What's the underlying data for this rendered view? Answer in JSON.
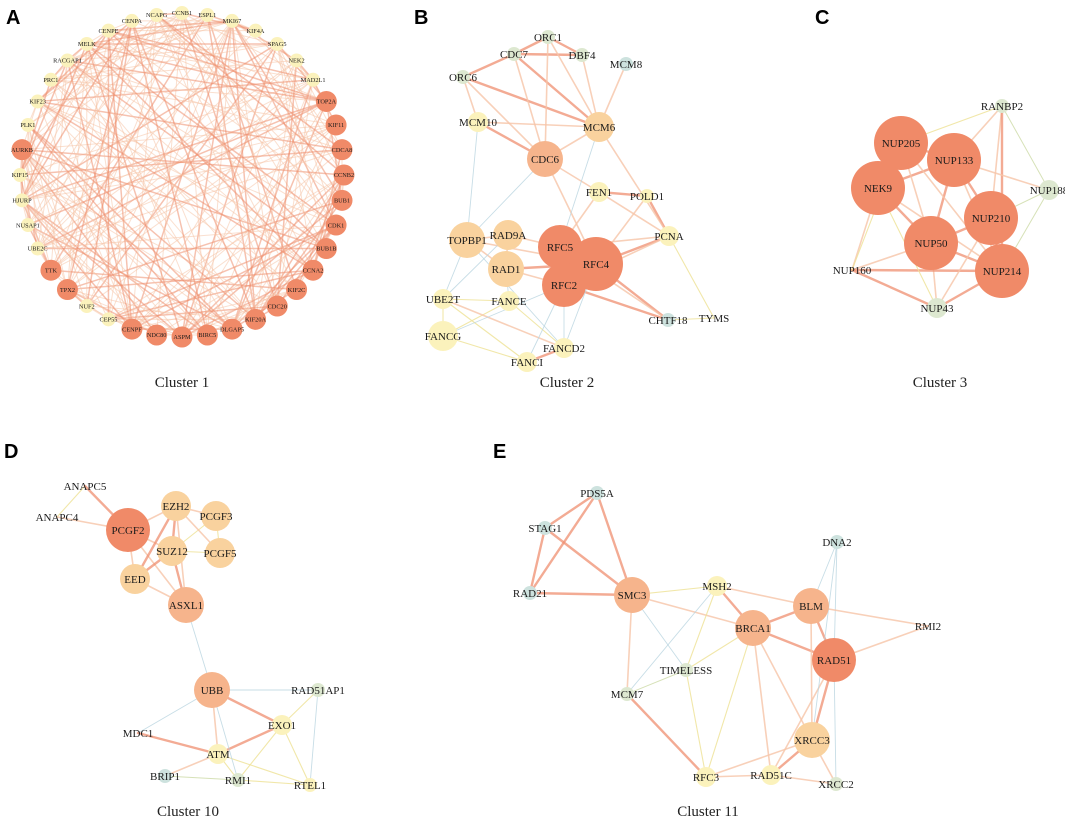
{
  "palette": {
    "strong": "#f08a68",
    "mid": "#f6b48c",
    "light": "#f9d29e",
    "pale": "#fbf2bc",
    "green": "#dde8d0",
    "blue": "#cde2de",
    "edge_strong": "#ef8f70",
    "edge_light": "#f6c4a8",
    "edge_yellow": "#efe39a",
    "edge_blue": "#b9d4e0",
    "edge_green": "#cfdcaa"
  },
  "panels": [
    {
      "letter": "A",
      "caption": "Cluster 1",
      "layout": "circle",
      "nodes": [
        {
          "label": "CCNB1",
          "color": "pale"
        },
        {
          "label": "ESPL1",
          "color": "pale"
        },
        {
          "label": "MKI67",
          "color": "pale"
        },
        {
          "label": "KIF4A",
          "color": "pale"
        },
        {
          "label": "SPAG5",
          "color": "pale"
        },
        {
          "label": "NEK2",
          "color": "pale"
        },
        {
          "label": "MAD2L1",
          "color": "pale"
        },
        {
          "label": "TOP2A",
          "color": "strong"
        },
        {
          "label": "KIF11",
          "color": "strong"
        },
        {
          "label": "CDCA8",
          "color": "strong"
        },
        {
          "label": "CCNB2",
          "color": "strong"
        },
        {
          "label": "BUB1",
          "color": "strong"
        },
        {
          "label": "CDK1",
          "color": "strong"
        },
        {
          "label": "BUB1B",
          "color": "strong"
        },
        {
          "label": "CCNA2",
          "color": "strong"
        },
        {
          "label": "KIF2C",
          "color": "strong"
        },
        {
          "label": "CDC20",
          "color": "strong"
        },
        {
          "label": "KIF20A",
          "color": "strong"
        },
        {
          "label": "DLGAP5",
          "color": "strong"
        },
        {
          "label": "BIRC5",
          "color": "strong"
        },
        {
          "label": "ASPM",
          "color": "strong"
        },
        {
          "label": "NDC80",
          "color": "strong"
        },
        {
          "label": "CENPF",
          "color": "strong"
        },
        {
          "label": "CEP55",
          "color": "pale"
        },
        {
          "label": "NUF2",
          "color": "pale"
        },
        {
          "label": "TPX2",
          "color": "strong"
        },
        {
          "label": "TTK",
          "color": "strong"
        },
        {
          "label": "UBE2C",
          "color": "pale"
        },
        {
          "label": "NUSAP1",
          "color": "pale"
        },
        {
          "label": "HJURP",
          "color": "pale"
        },
        {
          "label": "KIF15",
          "color": "pale"
        },
        {
          "label": "AURKB",
          "color": "strong"
        },
        {
          "label": "PLK1",
          "color": "pale"
        },
        {
          "label": "KIF23",
          "color": "pale"
        },
        {
          "label": "PRC1",
          "color": "pale"
        },
        {
          "label": "RACGAP1",
          "color": "pale"
        },
        {
          "label": "MELK",
          "color": "pale"
        },
        {
          "label": "CENPE",
          "color": "pale"
        },
        {
          "label": "CENPA",
          "color": "pale"
        },
        {
          "label": "NCAPG",
          "color": "pale"
        }
      ]
    },
    {
      "letter": "B",
      "caption": "Cluster 2",
      "layout": "free",
      "nodes": [
        {
          "label": "ORC1",
          "color": "green",
          "size": 1
        },
        {
          "label": "CDC7",
          "color": "green",
          "size": 1
        },
        {
          "label": "DBF4",
          "color": "green",
          "size": 1
        },
        {
          "label": "MCM8",
          "color": "blue",
          "size": 1
        },
        {
          "label": "ORC6",
          "color": "green",
          "size": 1
        },
        {
          "label": "MCM10",
          "color": "pale",
          "size": 2
        },
        {
          "label": "MCM6",
          "color": "light",
          "size": 3
        },
        {
          "label": "CDC6",
          "color": "mid",
          "size": 4
        },
        {
          "label": "FEN1",
          "color": "pale",
          "size": 2
        },
        {
          "label": "POLD1",
          "color": "pale",
          "size": 1
        },
        {
          "label": "TOPBP1",
          "color": "light",
          "size": 4
        },
        {
          "label": "RAD9A",
          "color": "light",
          "size": 3
        },
        {
          "label": "RFC5",
          "color": "strong",
          "size": 5
        },
        {
          "label": "PCNA",
          "color": "pale",
          "size": 2
        },
        {
          "label": "RAD1",
          "color": "light",
          "size": 4
        },
        {
          "label": "RFC4",
          "color": "strong",
          "size": 6
        },
        {
          "label": "RFC2",
          "color": "strong",
          "size": 5
        },
        {
          "label": "UBE2T",
          "color": "pale",
          "size": 2
        },
        {
          "label": "FANCE",
          "color": "pale",
          "size": 2
        },
        {
          "label": "FANCG",
          "color": "pale",
          "size": 3
        },
        {
          "label": "FANCD2",
          "color": "pale",
          "size": 2
        },
        {
          "label": "FANCI",
          "color": "pale",
          "size": 2
        },
        {
          "label": "CHTF18",
          "color": "blue",
          "size": 1
        },
        {
          "label": "TYMS",
          "color": "none",
          "size": 0
        }
      ]
    },
    {
      "letter": "C",
      "caption": "Cluster 3",
      "layout": "free",
      "nodes": [
        {
          "label": "RANBP2",
          "color": "green",
          "size": 1
        },
        {
          "label": "NUP205",
          "color": "strong",
          "size": 6
        },
        {
          "label": "NUP133",
          "color": "strong",
          "size": 6
        },
        {
          "label": "NEK9",
          "color": "strong",
          "size": 6
        },
        {
          "label": "NUP188",
          "color": "green",
          "size": 2
        },
        {
          "label": "NUP210",
          "color": "strong",
          "size": 6
        },
        {
          "label": "NUP50",
          "color": "strong",
          "size": 6
        },
        {
          "label": "NUP214",
          "color": "strong",
          "size": 6
        },
        {
          "label": "NUP160",
          "color": "none",
          "size": 0
        },
        {
          "label": "NUP43",
          "color": "green",
          "size": 2
        }
      ]
    },
    {
      "letter": "D",
      "caption": "Cluster 10",
      "layout": "free",
      "nodes": [
        {
          "label": "ANAPC5",
          "color": "none",
          "size": 0
        },
        {
          "label": "ANAPC4",
          "color": "none",
          "size": 0
        },
        {
          "label": "PCGF2",
          "color": "strong",
          "size": 5
        },
        {
          "label": "EZH2",
          "color": "light",
          "size": 3
        },
        {
          "label": "PCGF3",
          "color": "light",
          "size": 3
        },
        {
          "label": "SUZ12",
          "color": "light",
          "size": 3
        },
        {
          "label": "PCGF5",
          "color": "light",
          "size": 3
        },
        {
          "label": "EED",
          "color": "light",
          "size": 3
        },
        {
          "label": "ASXL1",
          "color": "mid",
          "size": 4
        },
        {
          "label": "UBB",
          "color": "mid",
          "size": 4
        },
        {
          "label": "RAD51AP1",
          "color": "green",
          "size": 1
        },
        {
          "label": "EXO1",
          "color": "pale",
          "size": 2
        },
        {
          "label": "MDC1",
          "color": "none",
          "size": 0
        },
        {
          "label": "ATM",
          "color": "pale",
          "size": 2
        },
        {
          "label": "BRIP1",
          "color": "blue",
          "size": 1
        },
        {
          "label": "RMI1",
          "color": "green",
          "size": 1
        },
        {
          "label": "RTEL1",
          "color": "pale",
          "size": 1
        }
      ]
    },
    {
      "letter": "E",
      "caption": "Cluster 11",
      "layout": "free",
      "nodes": [
        {
          "label": "PDS5A",
          "color": "blue",
          "size": 1
        },
        {
          "label": "STAG1",
          "color": "blue",
          "size": 1
        },
        {
          "label": "DNA2",
          "color": "blue",
          "size": 1
        },
        {
          "label": "RAD21",
          "color": "blue",
          "size": 1
        },
        {
          "label": "SMC3",
          "color": "mid",
          "size": 4
        },
        {
          "label": "MSH2",
          "color": "pale",
          "size": 2
        },
        {
          "label": "BLM",
          "color": "mid",
          "size": 4
        },
        {
          "label": "BRCA1",
          "color": "mid",
          "size": 4
        },
        {
          "label": "RMI2",
          "color": "none",
          "size": 0
        },
        {
          "label": "RAD51",
          "color": "strong",
          "size": 5
        },
        {
          "label": "TIMELESS",
          "color": "green",
          "size": 1
        },
        {
          "label": "MCM7",
          "color": "green",
          "size": 1
        },
        {
          "label": "XRCC3",
          "color": "light",
          "size": 4
        },
        {
          "label": "RAD51C",
          "color": "pale",
          "size": 2
        },
        {
          "label": "RFC3",
          "color": "pale",
          "size": 2
        },
        {
          "label": "XRCC2",
          "color": "green",
          "size": 1
        }
      ]
    }
  ]
}
